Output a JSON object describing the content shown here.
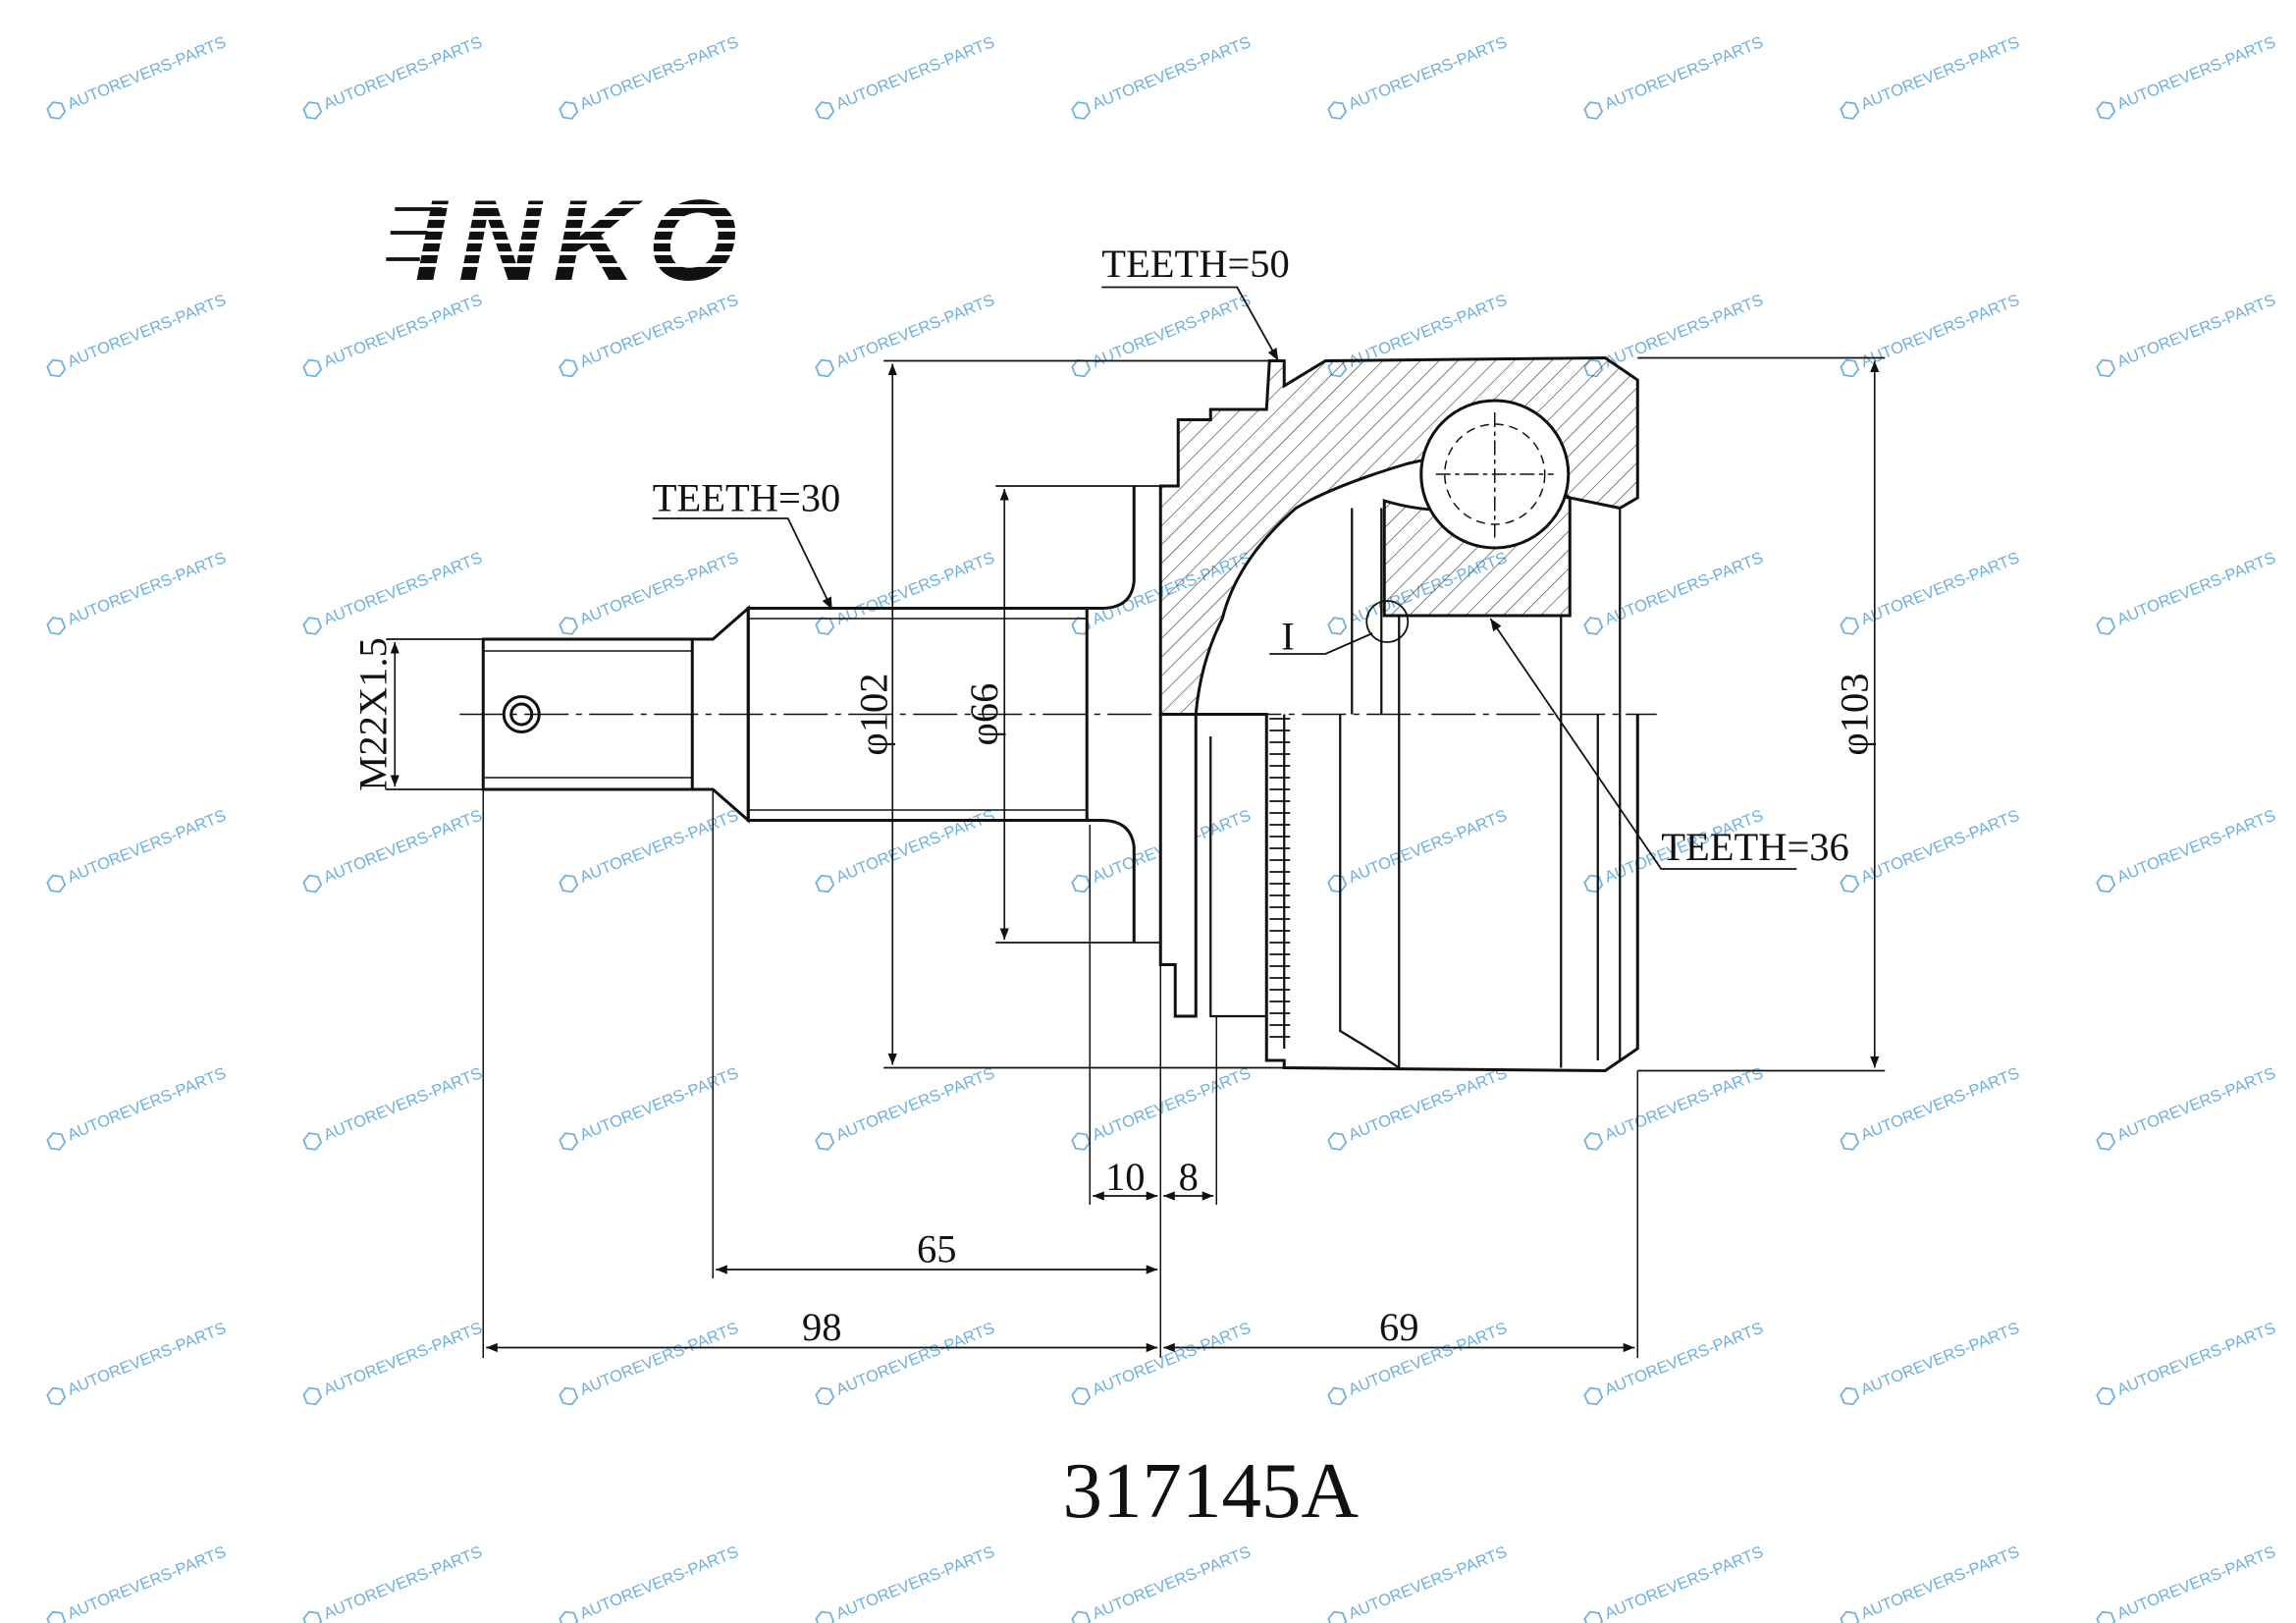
{
  "brand": "INKO",
  "part_number": "317145A",
  "watermark_text": "AUTOREVERS-PARTS",
  "watermark_icon": "AR-hexagon-logo-icon",
  "labels": {
    "teeth_outer": "TEETH=50",
    "teeth_shaft": "TEETH=30",
    "teeth_inner": "TEETH=36",
    "thread": "M22X1.5",
    "dia_102": "φ102",
    "dia_66": "φ66",
    "dia_103": "φ103",
    "detail": "I"
  },
  "dimensions": {
    "d10": "10",
    "d8": "8",
    "d65": "65",
    "d98": "98",
    "d69": "69"
  },
  "colors": {
    "line": "#111111",
    "watermark": "#6fb0de"
  }
}
